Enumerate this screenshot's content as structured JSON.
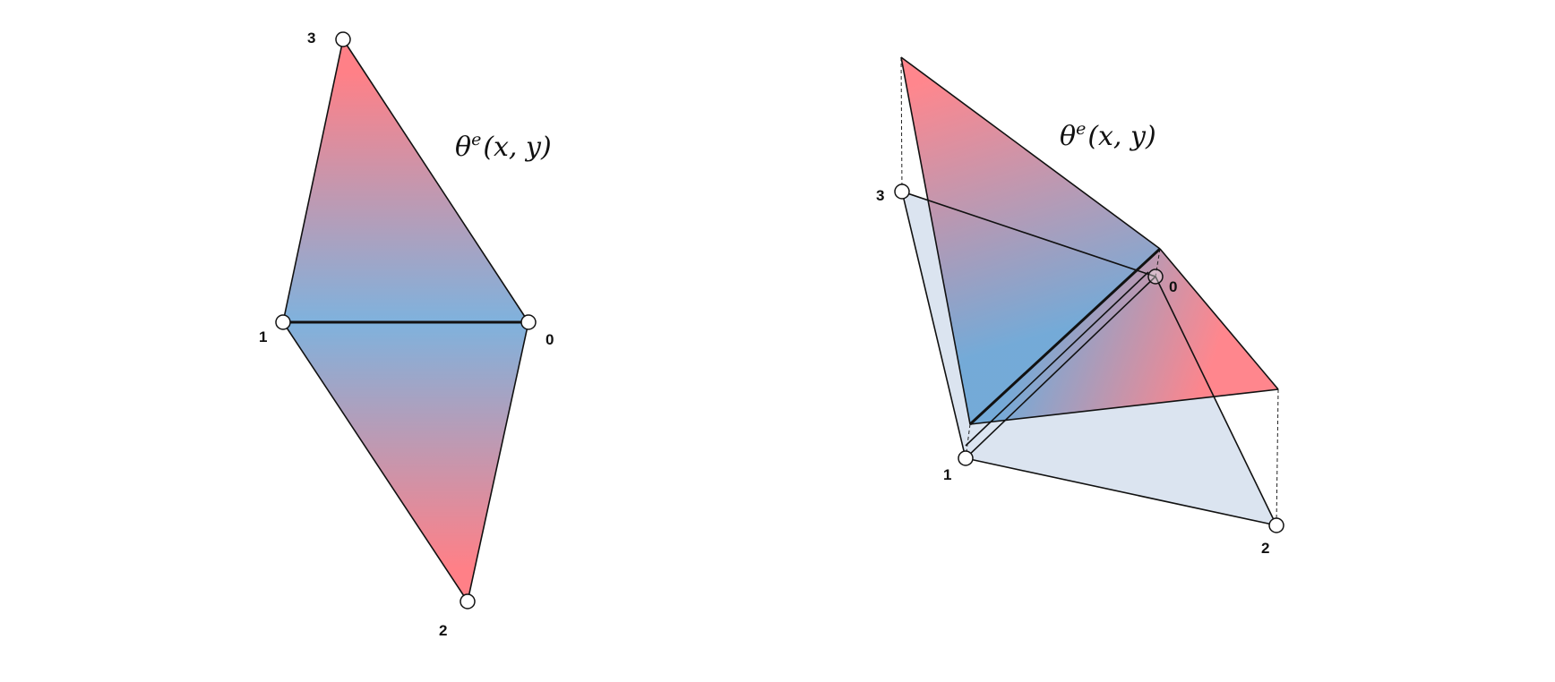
{
  "colors": {
    "high": "#ff8087",
    "low": "#7fb2dd",
    "base_plane": "#dbe4f0",
    "stroke": "#111111"
  },
  "left_diagram": {
    "function_label": {
      "base": "θ",
      "superscript": "e",
      "args": "(x, y)"
    },
    "nodes": [
      "3",
      "1",
      "0",
      "2"
    ]
  },
  "right_diagram": {
    "function_label": {
      "base": "θ",
      "superscript": "e",
      "args": "(x, y)"
    },
    "nodes": [
      "3",
      "0",
      "1",
      "2"
    ]
  }
}
